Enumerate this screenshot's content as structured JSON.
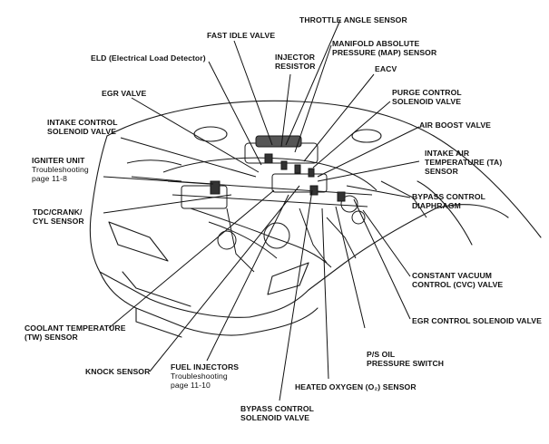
{
  "labels": {
    "throttle_angle": "THROTTLE ANGLE SENSOR",
    "fast_idle": "FAST IDLE VALVE",
    "injector_resistor": [
      "INJECTOR",
      "RESISTOR"
    ],
    "map_sensor": [
      "MANIFOLD ABSOLUTE",
      "PRESSURE (MAP) SENSOR"
    ],
    "eld": "ELD (Electrical Load Detector)",
    "eacv": "EACV",
    "egr_valve": "EGR VALVE",
    "purge_control": [
      "PURGE CONTROL",
      "SOLENOID VALVE"
    ],
    "intake_control": [
      "INTAKE CONTROL",
      "SOLENOID VALVE"
    ],
    "air_boost": "AIR BOOST VALVE",
    "igniter_unit": "IGNITER UNIT",
    "igniter_ts": [
      "Troubleshooting",
      "page 11-8"
    ],
    "iat_sensor": [
      "INTAKE AIR",
      "TEMPERATURE (TA)",
      "SENSOR"
    ],
    "tdc_sensor": [
      "TDC/CRANK/",
      "CYL SENSOR"
    ],
    "bypass_diaphragm": [
      "BYPASS CONTROL",
      "DIAPHRAGM"
    ],
    "cvc_valve": [
      "CONSTANT VACUUM",
      "CONTROL (CVC) VALVE"
    ],
    "coolant_temp": [
      "COOLANT TEMPERATURE",
      "(TW) SENSOR"
    ],
    "egr_solenoid": "EGR CONTROL SOLENOID VALVE",
    "ps_switch": [
      "P/S OIL",
      "PRESSURE SWITCH"
    ],
    "knock_sensor": "KNOCK SENSOR",
    "fuel_injectors": "FUEL INJECTORS",
    "fuel_ts": [
      "Troubleshooting",
      "page 11-10"
    ],
    "o2_sensor": "HEATED OXYGEN (O₂) SENSOR",
    "bypass_solenoid": [
      "BYPASS CONTROL",
      "SOLENOID VALVE"
    ]
  }
}
